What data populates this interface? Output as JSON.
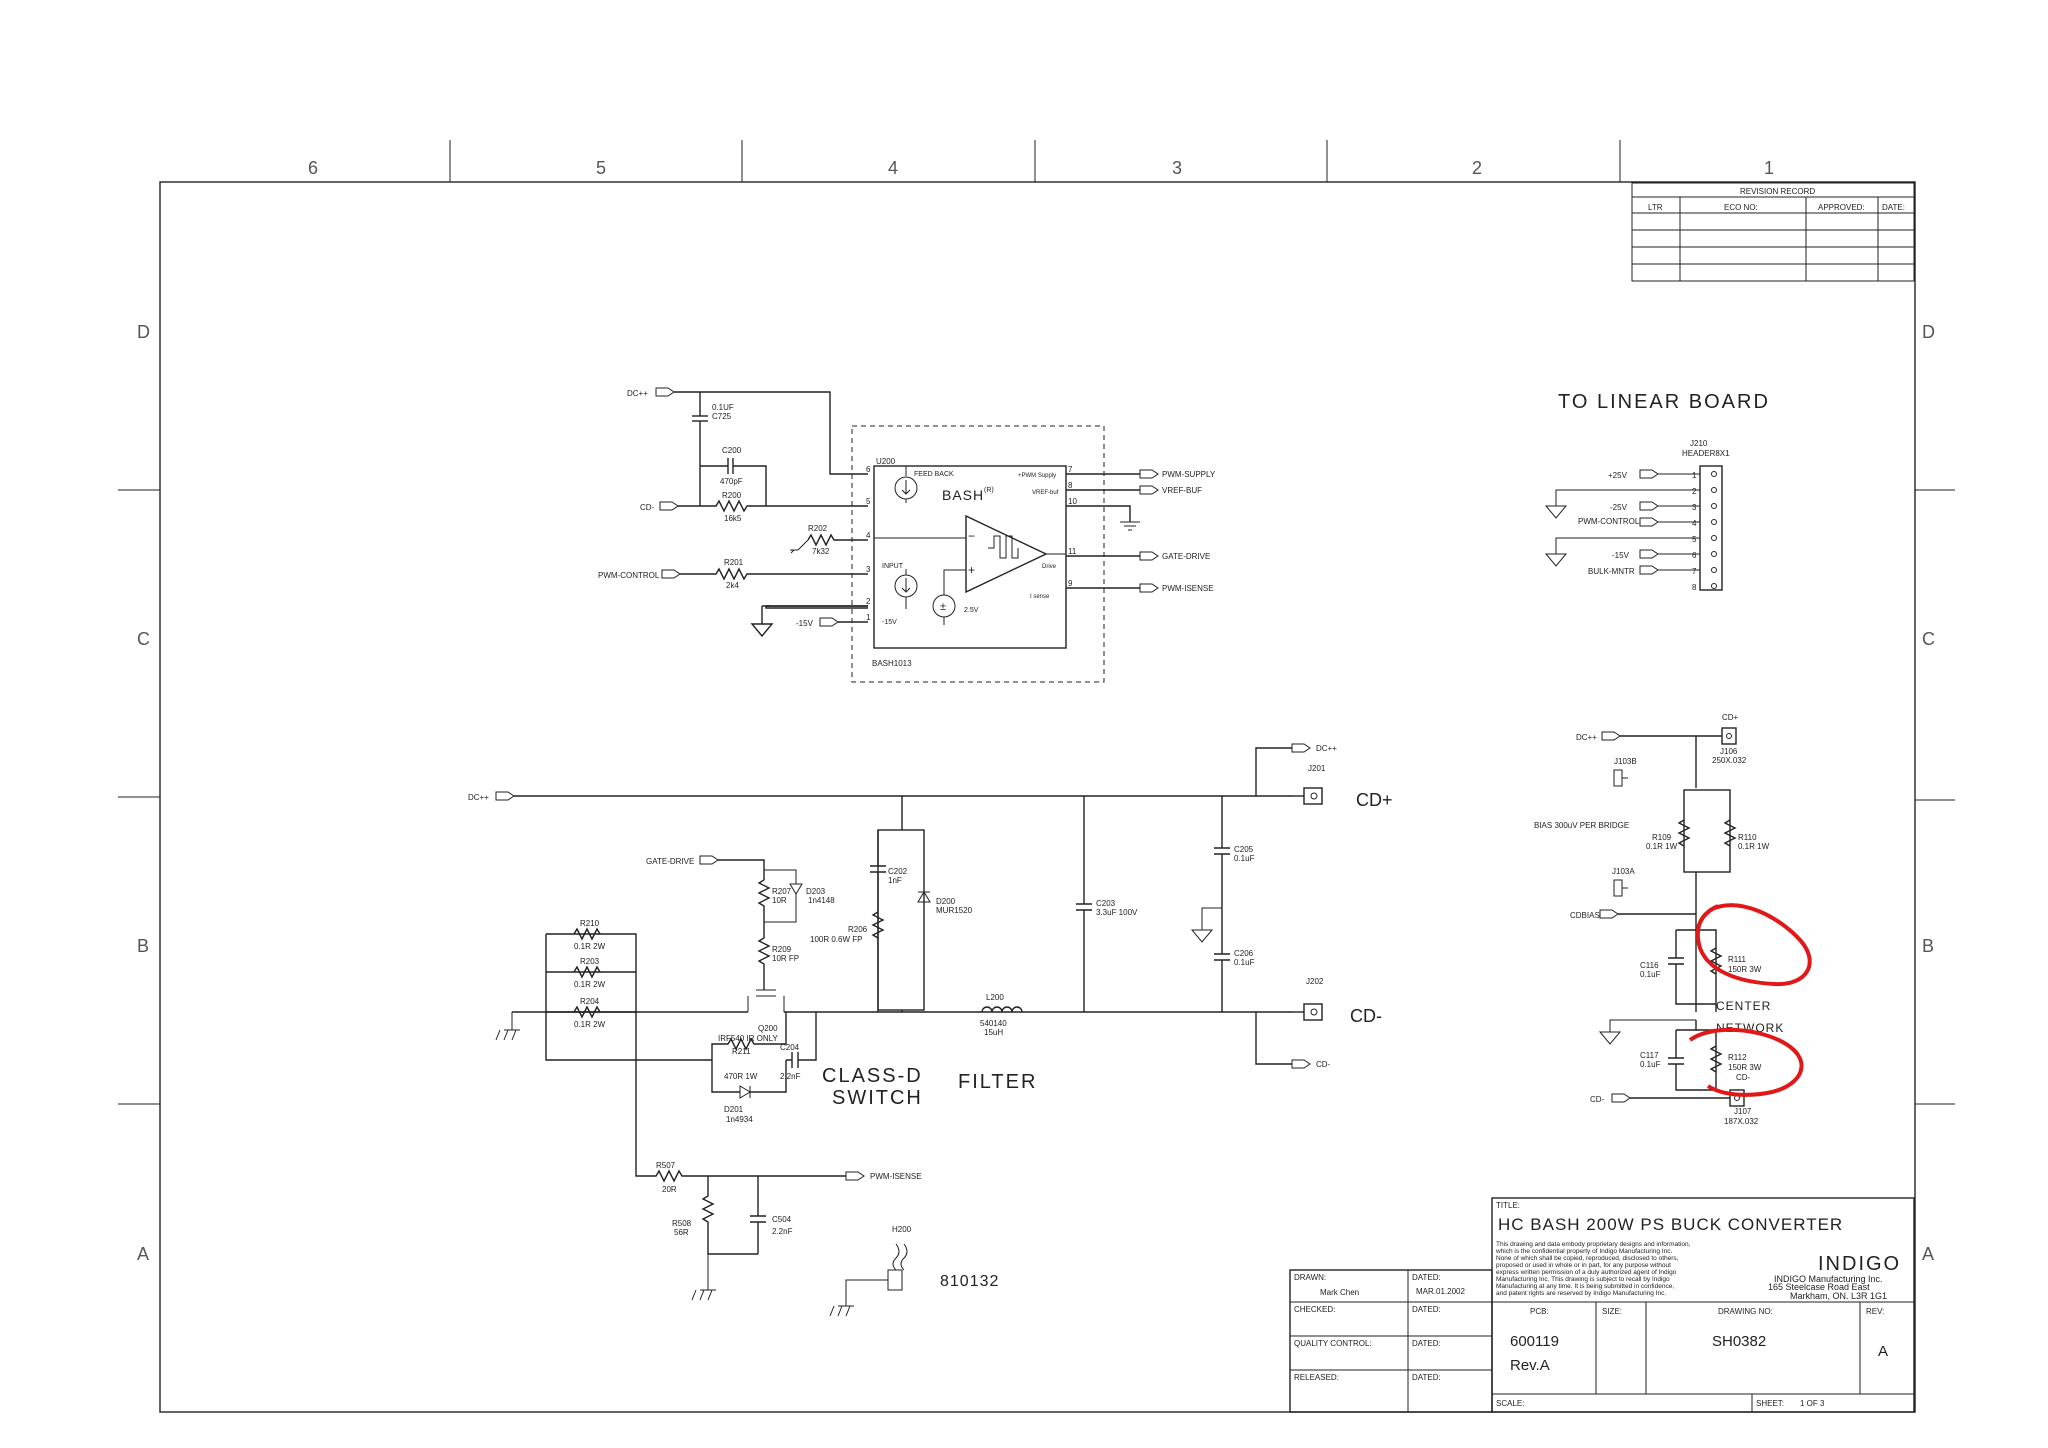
{
  "zones": {
    "columns": [
      "6",
      "5",
      "4",
      "3",
      "2",
      "1"
    ],
    "rows": [
      "D",
      "C",
      "B",
      "A"
    ]
  },
  "revision_record": {
    "title": "REVISION RECORD",
    "headers": [
      "LTR",
      "ECO NO:",
      "APPROVED:",
      "DATE:"
    ]
  },
  "top_circuit": {
    "nets": {
      "dcpp": "DC++",
      "cdm": "CD-",
      "pwm_control": "PWM-CONTROL",
      "m15v": "-15V",
      "pwm_supply": "PWM-SUPPLY",
      "vref_buf": "VREF-BUF",
      "gate_drive": "GATE-DRIVE",
      "pwm_isense": "PWM-ISENSE"
    },
    "c725": [
      "0.1UF",
      "C725"
    ],
    "c200": [
      "C200",
      "470pF"
    ],
    "r200": [
      "R200",
      "16k5"
    ],
    "r201": [
      "R201",
      "2k4"
    ],
    "r202": [
      "R202",
      "7k32"
    ],
    "u200": {
      "ref": "U200",
      "part": "BASH1013",
      "name": "BASH",
      "reg": "(R)",
      "pin_labels": [
        "FEED BACK",
        "INPUT",
        "-15V",
        "+PWM Supply",
        "VREF-buf",
        "Drive",
        "I sense",
        "2.5V"
      ],
      "pins_left": [
        "6",
        "5",
        "4",
        "3",
        "2",
        "1"
      ],
      "pins_right": [
        "7",
        "8",
        "10",
        "11",
        "9"
      ]
    }
  },
  "linear_board": {
    "title": "TO LINEAR BOARD",
    "connector": [
      "J210",
      "HEADER8X1"
    ],
    "nets": [
      "+25V",
      "-25V",
      "PWM-CONTROL",
      "-15V",
      "BULK-MNTR"
    ],
    "pins": [
      "1",
      "2",
      "3",
      "4",
      "5",
      "6",
      "7",
      "8"
    ]
  },
  "bottom_circuit": {
    "dcpp": "DC++",
    "gate_drive": "GATE-DRIVE",
    "pwm_isense": "PWM-ISENSE",
    "j201": [
      "J201",
      "CD+",
      "DC++"
    ],
    "j202": [
      "J202",
      "CD-",
      "CD-"
    ],
    "r210": [
      "R210",
      "0.1R 2W"
    ],
    "r203": [
      "R203",
      "0.1R 2W"
    ],
    "r204": [
      "R204",
      "0.1R 2W"
    ],
    "r207": [
      "R207",
      "10R"
    ],
    "d203": [
      "D203",
      "1n4148"
    ],
    "r209": [
      "R209",
      "10R FP"
    ],
    "q200": [
      "Q200",
      "IRF540 IR ONLY"
    ],
    "r211": [
      "R211",
      "470R 1W"
    ],
    "c204": [
      "C204",
      "2.2nF"
    ],
    "d201": [
      "D201",
      "1n4934"
    ],
    "c202": [
      "C202",
      "1nF"
    ],
    "r206": [
      "R206",
      "100R 0.6W FP"
    ],
    "d200": [
      "D200",
      "MUR1520"
    ],
    "l200": [
      "L200",
      "540140",
      "15uH"
    ],
    "c203": [
      "C203",
      "3.3uF 100V"
    ],
    "c205": [
      "C205",
      "0.1uF"
    ],
    "c206": [
      "C206",
      "0.1uF"
    ],
    "r507": [
      "R507",
      "20R"
    ],
    "r508": [
      "R508",
      "56R"
    ],
    "c504": [
      "C504",
      "2.2nF"
    ],
    "h200": [
      "H200",
      "810132"
    ],
    "labels": {
      "class_d": "CLASS-D",
      "switch": "SWITCH",
      "filter": "FILTER"
    }
  },
  "center_network": {
    "dcpp": "DC++",
    "cdplus": "CD+",
    "j106": [
      "J106",
      "250X.032"
    ],
    "j103b": "J103B",
    "j103a": "J103A",
    "bias": "BIAS 300uV PER BRIDGE",
    "r109": [
      "R109",
      "0.1R 1W"
    ],
    "r110": [
      "R110",
      "0.1R 1W"
    ],
    "cdbias": "CDBIAS",
    "c116": [
      "C116",
      "0.1uF"
    ],
    "r111": [
      "R111",
      "150R 3W"
    ],
    "center": "CENTER",
    "network": "NETWORK",
    "c117": [
      "C117",
      "0.1uF"
    ],
    "r112": [
      "R112",
      "150R 3W"
    ],
    "cdm": "CD-",
    "j107": [
      "J107",
      "187X.032",
      "CD-"
    ]
  },
  "title_block": {
    "title_label": "TITLE:",
    "title": "HC BASH 200W PS  BUCK CONVERTER",
    "notice": [
      "This drawing and data embody proprietary designs and information,",
      "which is the confidential property of Indigo Manufacturing Inc.",
      "None of which shall be copied, reproduced, disclosed to others,",
      "proposed or used in whole or in part, for any purpose without",
      "express written permission of a duly authorized agent of Indigo",
      "Manufacturing Inc. This drawing is subject to recall by Indigo",
      "Manufacturing at any time. It is being submitted in confidence,",
      "and patent rights are reserved by Indigo Manufacturing Inc."
    ],
    "company": "INDIGO",
    "address": [
      "INDIGO Manufacturing Inc.",
      "165 Steelcase Road East",
      "Markham, ON. L3R 1G1"
    ],
    "drawn_label": "DRAWN:",
    "drawn": "Mark Chen",
    "dated_label": "DATED:",
    "drawn_date": "MAR.01.2002",
    "checked_label": "CHECKED:",
    "qc_label": "QUALITY CONTROL:",
    "released_label": "RELEASED:",
    "pcb_label": "PCB:",
    "pcb": "600119",
    "pcb_rev": "Rev.A",
    "size_label": "SIZE:",
    "drawing_no_label": "DRAWING NO:",
    "drawing_no": "SH0382",
    "rev_label": "REV:",
    "rev": "A",
    "scale_label": "SCALE:",
    "sheet_label": "SHEET:",
    "sheet": "1 OF 3"
  },
  "annotation_color": "#e01818"
}
